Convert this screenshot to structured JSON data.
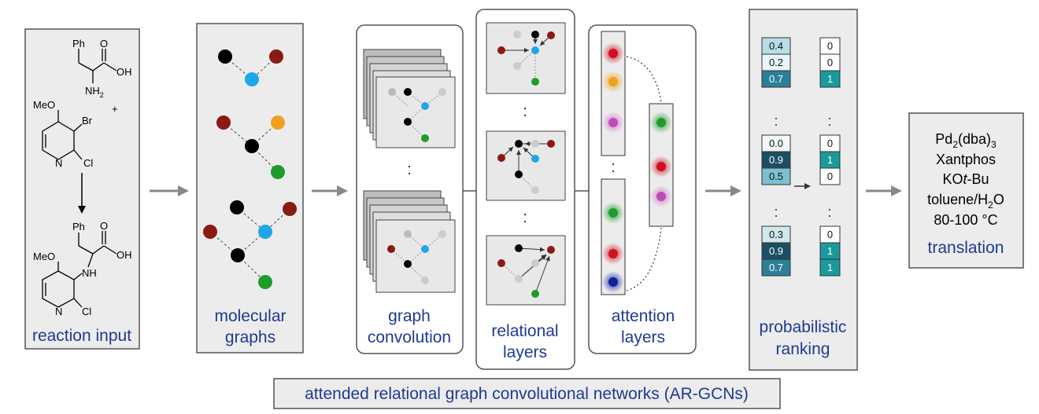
{
  "panels": {
    "reaction_input": {
      "label": "reaction input"
    },
    "molecular_graphs": {
      "label_line1": "molecular",
      "label_line2": "graphs"
    },
    "graph_convolution": {
      "label_line1": "graph",
      "label_line2": "convolution"
    },
    "relational_layers": {
      "label_line1": "relational",
      "label_line2": "layers"
    },
    "attention_layers": {
      "label_line1": "attention",
      "label_line2": "layers"
    },
    "probabilistic_ranking": {
      "label_line1": "probabilistic",
      "label_line2": "ranking"
    },
    "translation": {
      "label": "translation"
    }
  },
  "reaction": {
    "reactant1": {
      "ph": "Ph",
      "o": "O",
      "oh": "OH",
      "nh2": "NH",
      "nh2_sub": "2"
    },
    "plus": "+",
    "reactant2": {
      "meo": "MeO",
      "br": "Br",
      "n": "N",
      "cl": "Cl"
    },
    "product": {
      "ph": "Ph",
      "o": "O",
      "oh": "OH",
      "meo": "MeO",
      "nh": "NH",
      "n": "N",
      "cl": "Cl"
    }
  },
  "ellipsis": ":",
  "arrow_small": "→",
  "ranking": {
    "groups": [
      {
        "probs": [
          "0.4",
          "0.2",
          "0.7"
        ],
        "binary": [
          "0",
          "0",
          "1"
        ],
        "prob_colors": [
          "#b8dde6",
          "#e8f4f7",
          "#2b7f96"
        ],
        "bin_colors": [
          "#ffffff",
          "#ffffff",
          "#1a9a9a"
        ]
      },
      {
        "probs": [
          "0.0",
          "0.9",
          "0.5"
        ],
        "binary": [
          "0",
          "1",
          "0"
        ],
        "prob_colors": [
          "#f0f8fa",
          "#1c4f63",
          "#7cc0d2"
        ],
        "bin_colors": [
          "#ffffff",
          "#1a9a9a",
          "#ffffff"
        ]
      },
      {
        "probs": [
          "0.3",
          "0.9",
          "0.7"
        ],
        "binary": [
          "0",
          "1",
          "1"
        ],
        "prob_colors": [
          "#cfe8ee",
          "#1c4f63",
          "#2b7f96"
        ],
        "bin_colors": [
          "#ffffff",
          "#1a9a9a",
          "#1a9a9a"
        ]
      }
    ]
  },
  "conditions": {
    "line1_main": "Pd",
    "line1_sub1": "2",
    "line1_mid": "(dba)",
    "line1_sub2": "3",
    "line2": "Xantphos",
    "line3_pre": "KO",
    "line3_ital": "t",
    "line3_post": "-Bu",
    "line4_main": "toluene/H",
    "line4_sub": "2",
    "line4_post": "O",
    "line5": "80-100 °C"
  },
  "footer": {
    "title": "attended relational graph convolutional networks (AR-GCNs)"
  },
  "colors": {
    "black": "#000000",
    "blue": "#1ea7e8",
    "darkred": "#8b1a12",
    "orange": "#f0a020",
    "green": "#1f9b2a",
    "pink": "#d070c8",
    "red": "#d01020",
    "navy": "#10209a",
    "label": "#1f3a93",
    "panel_bg": "#ececec"
  }
}
